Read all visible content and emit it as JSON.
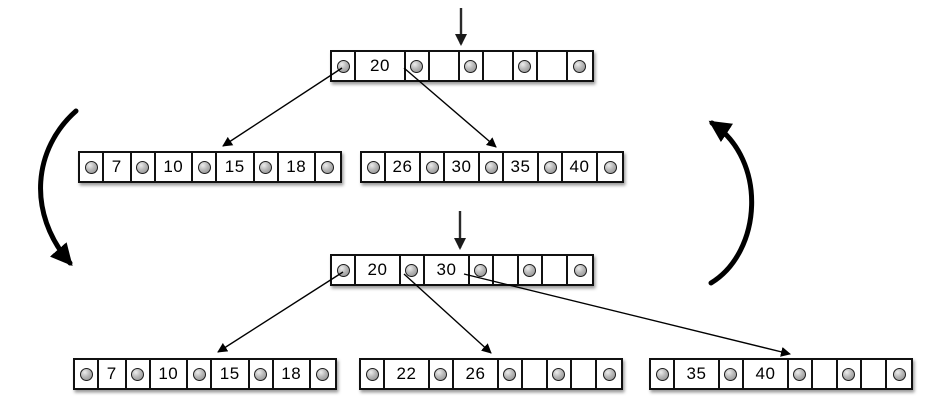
{
  "diagram": {
    "kind": "btree-insert-split",
    "colors": {
      "node_border": "#111111",
      "node_fill": "#ffffff",
      "pointer_dot": "#9a9a9a",
      "arrow": "#000000",
      "insert_arrow": "#2a2a2a"
    },
    "before": {
      "root": {
        "keys": [
          "20",
          "",
          "",
          ""
        ]
      },
      "child_left": {
        "keys": [
          "7",
          "10",
          "15",
          "18"
        ]
      },
      "child_right": {
        "keys": [
          "26",
          "30",
          "35",
          "40"
        ]
      }
    },
    "after": {
      "root": {
        "keys": [
          "20",
          "30",
          "",
          ""
        ]
      },
      "child_left": {
        "keys": [
          "7",
          "10",
          "15",
          "18"
        ]
      },
      "child_mid": {
        "keys": [
          "22",
          "26",
          "",
          ""
        ]
      },
      "child_right": {
        "keys": [
          "35",
          "40",
          "",
          ""
        ]
      }
    }
  }
}
